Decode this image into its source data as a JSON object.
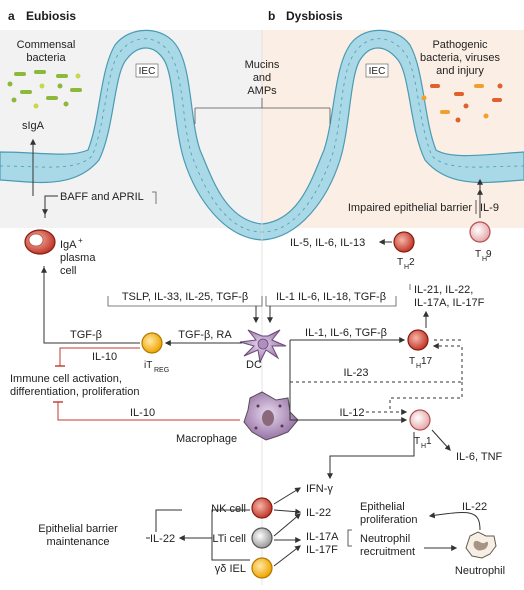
{
  "panels": {
    "a": {
      "letter": "a",
      "title": "Eubiosis"
    },
    "b": {
      "letter": "b",
      "title": "Dysbiosis"
    }
  },
  "epithelium": {
    "iec_left": "IEC",
    "iec_right": "IEC",
    "mucins_l1": "Mucins",
    "mucins_l2": "and",
    "mucins_l3": "AMPs"
  },
  "left_top": {
    "commensal_l1": "Commensal",
    "commensal_l2": "bacteria",
    "siga": "sIgA",
    "baff": "BAFF and APRIL",
    "iga_l1": "IgA",
    "iga_sup": "+",
    "iga_l2": "plasma",
    "iga_l3": "cell"
  },
  "right_top": {
    "pathogenic_l1": "Pathogenic",
    "pathogenic_l2": "bacteria, viruses",
    "pathogenic_l3": "and injury",
    "impaired": "Impaired epithelial barrier",
    "il9": "IL-9",
    "th9_t": "T",
    "th9_sub": "H",
    "th9_num": "9",
    "th2_cytokines": "IL-5, IL-6, IL-13",
    "th2_t": "T",
    "th2_sub": "H",
    "th2_num": "2"
  },
  "middle": {
    "left_cytokines": "TSLP, IL-33, IL-25, TGF-β",
    "right_cytokines": "IL-1 IL-6, IL-18, TGF-β",
    "tgfb_left": "TGF-β",
    "tgfb_ra": "TGF-β, RA",
    "il10_a": "IL-10",
    "itreg_i": "iT",
    "itreg_sub": "REG",
    "dc": "DC",
    "immune_l1": "Immune cell activation,",
    "immune_l2": "differentiation, proliferation",
    "il10_b": "IL-10",
    "macrophage": "Macrophage",
    "il1_6_tgfb": "IL-1, IL-6, TGF-β",
    "il23": "IL-23",
    "il12": "IL-12",
    "th17_cytokines_l1": "IL-21, IL-22,",
    "th17_cytokines_l2": "IL-17A, IL-17F",
    "th17_t": "T",
    "th17_sub": "H",
    "th17_num": "17",
    "th1_t": "T",
    "th1_sub": "H",
    "th1_num": "1",
    "il6_tnf": "IL-6, TNF"
  },
  "bottom": {
    "ifng": "IFN-γ",
    "nk_cell": "NK cell",
    "lti_cell": "LTi cell",
    "gd_iel": "γδ IEL",
    "il22_mid": "IL-22",
    "il17a": "IL-17A",
    "il17f": "IL-17F",
    "il22_left": "IL-22",
    "barrier_l1": "Epithelial barrier",
    "barrier_l2": "maintenance",
    "epi_l1": "Epithelial",
    "epi_l2": "proliferation",
    "neut_l1": "Neutrophil",
    "neut_l2": "recruitment",
    "il22_right": "IL-22",
    "neutrophil": "Neutrophil"
  }
}
